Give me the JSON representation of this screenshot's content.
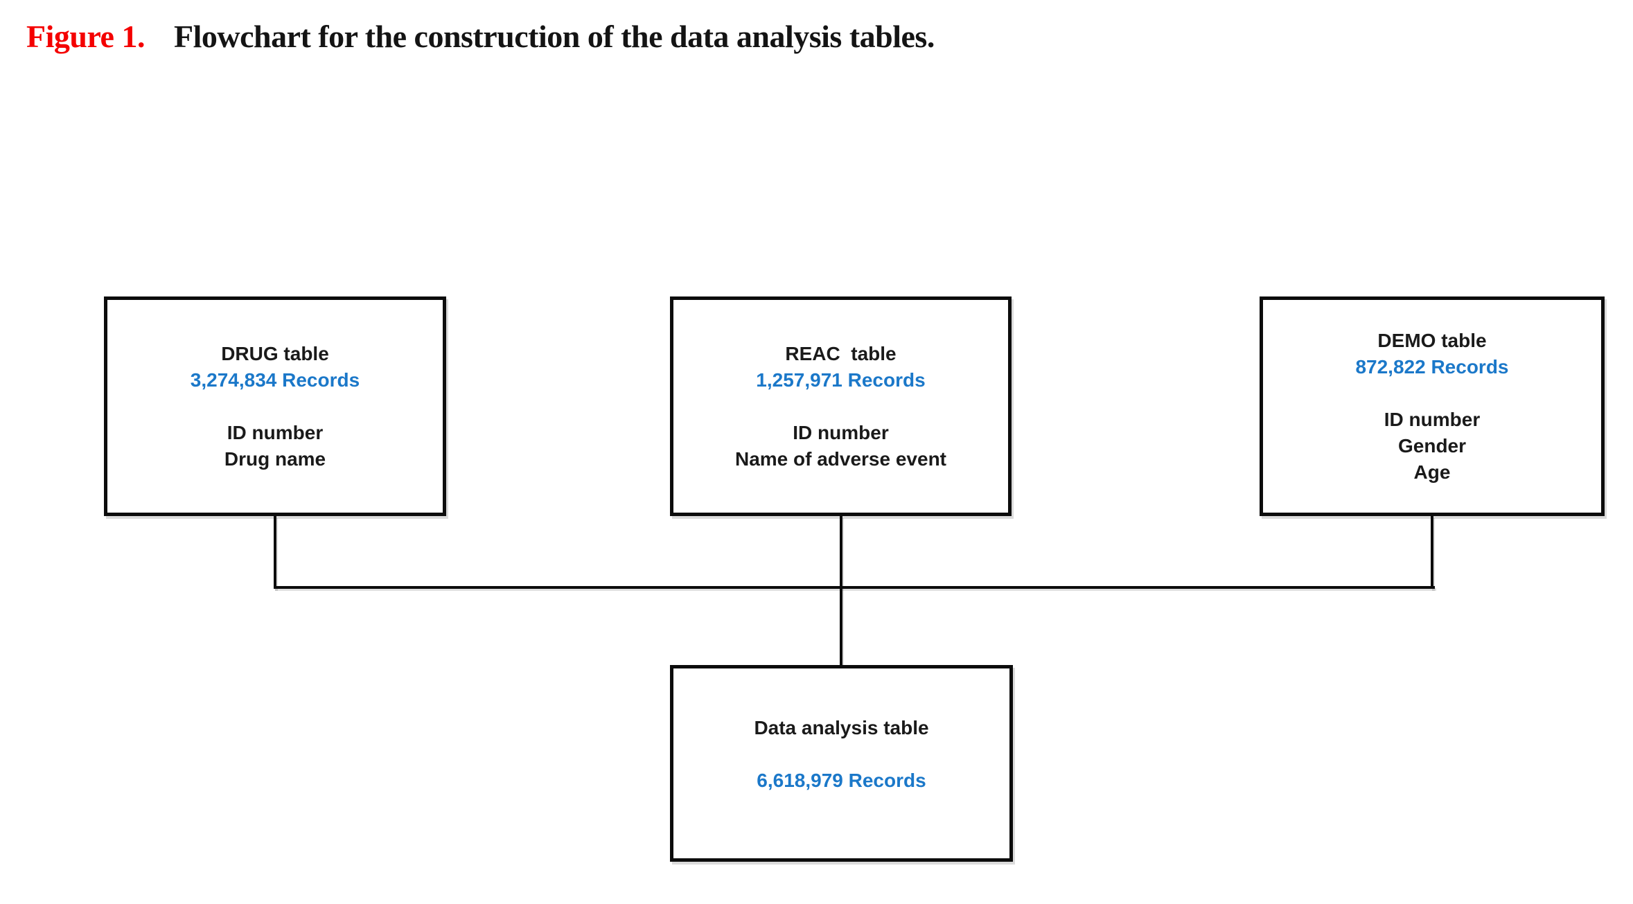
{
  "figure": {
    "label": "Figure 1.",
    "caption": "Flowchart for the construction of the data analysis tables."
  },
  "colors": {
    "label_red": "#f40000",
    "records_blue": "#1b78c9",
    "text_black": "#1a1a1a",
    "line_black": "#0c0c0c"
  },
  "boxes": {
    "drug": {
      "title": "DRUG table",
      "records": "3,274,834 Records",
      "fields": [
        "ID number",
        "Drug name"
      ]
    },
    "reac": {
      "title": "REAC  table",
      "records": "1,257,971 Records",
      "fields": [
        "ID number",
        "Name of adverse event"
      ]
    },
    "demo": {
      "title": "DEMO table",
      "records": "872,822 Records",
      "fields": [
        "ID number",
        "Gender",
        "Age"
      ]
    },
    "result": {
      "title": "Data analysis table",
      "records": "6,618,979 Records"
    }
  }
}
